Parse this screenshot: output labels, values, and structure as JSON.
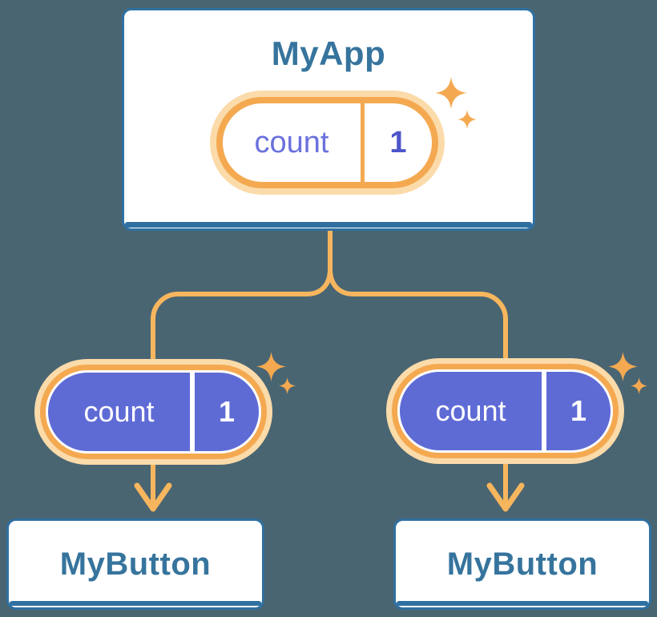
{
  "diagram": {
    "root": {
      "title": "MyApp",
      "state": {
        "label": "count",
        "value": "1"
      }
    },
    "children": [
      {
        "title": "MyButton",
        "state": {
          "label": "count",
          "value": "1"
        }
      },
      {
        "title": "MyButton",
        "state": {
          "label": "count",
          "value": "1"
        }
      }
    ]
  },
  "colors": {
    "background": "#4a6572",
    "card_border": "#2f70a1",
    "card_title_text": "#36749d",
    "connector": "#f7b65e",
    "pill_ring": "#f4a951",
    "pill_ring_glow": "#fbdbaa",
    "pill_fill": "#5f6bd5",
    "pill_label_text": "#6a71dc",
    "pill_value_text": "#4d55c9",
    "sparkle": "#f4a951"
  }
}
